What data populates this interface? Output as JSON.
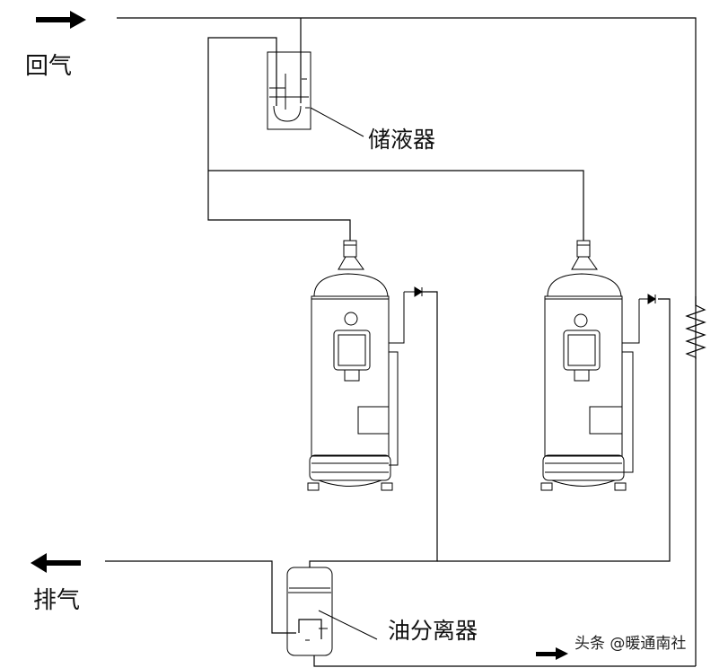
{
  "labels": {
    "return_gas": "回气",
    "discharge_gas": "排气",
    "accumulator": "储液器",
    "oil_separator": "油分离器"
  },
  "watermark": "头条 @暖通南社"
}
